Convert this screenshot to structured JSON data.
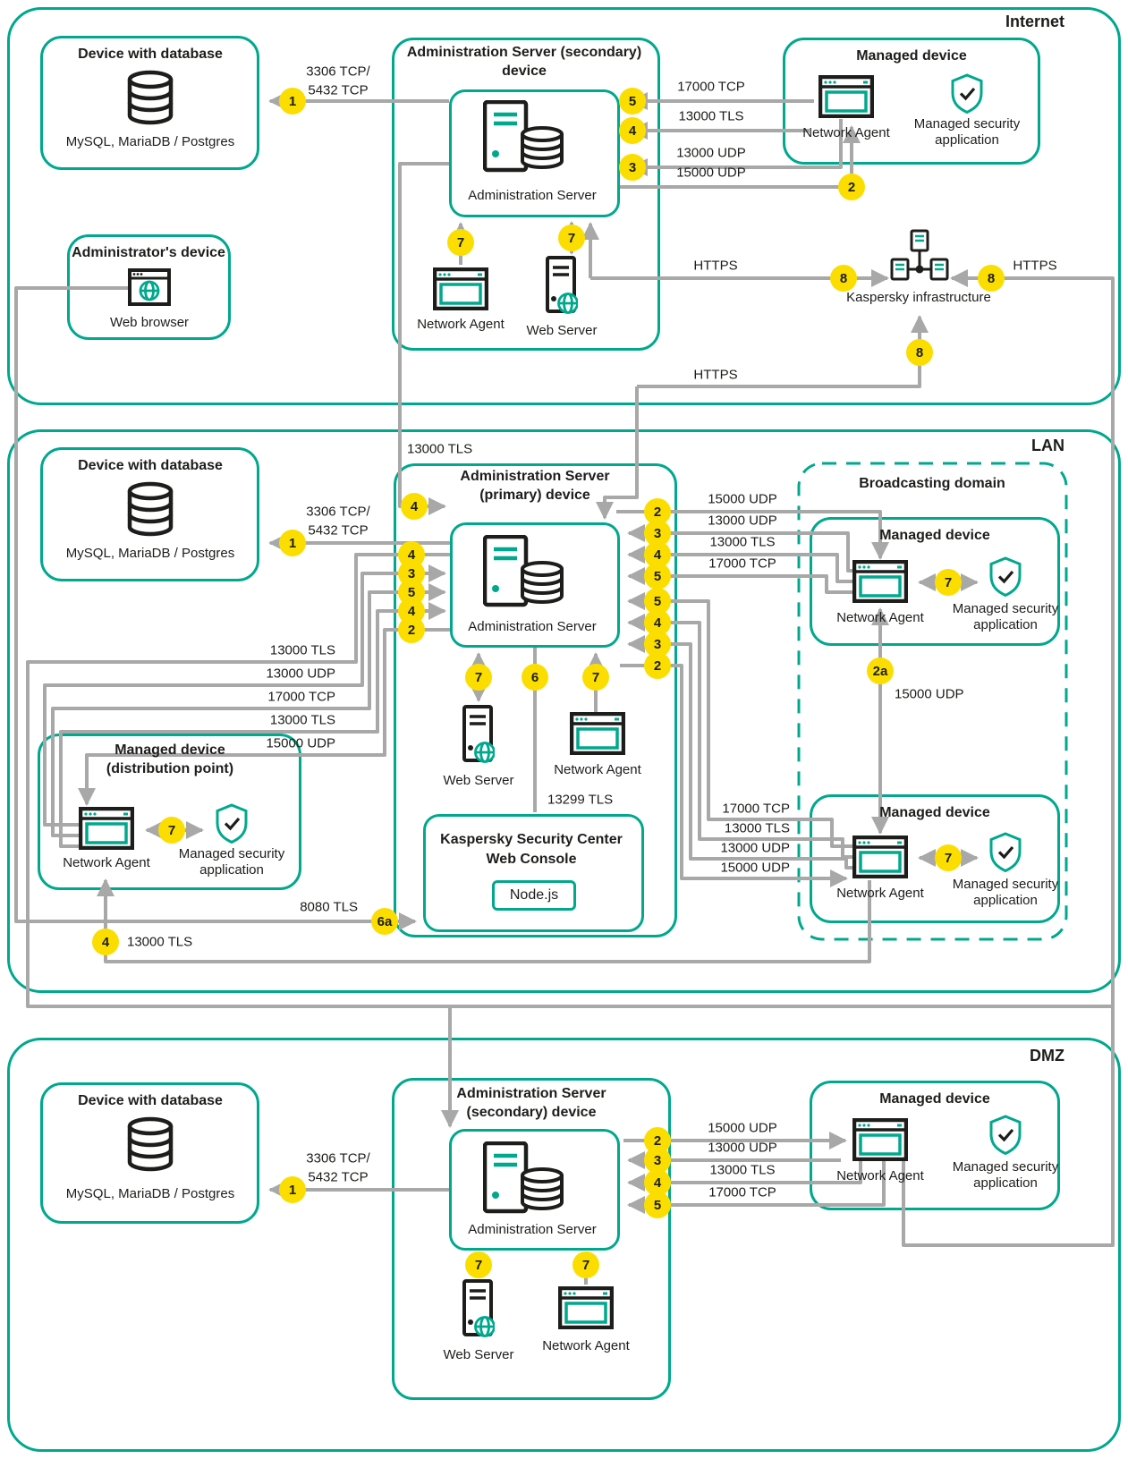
{
  "colors": {
    "accent": "#00A88E",
    "line": "#A8A8A8",
    "marker_bg": "#FBDE00",
    "text": "#1D1D1B"
  },
  "zones": {
    "internet": "Internet",
    "lan": "LAN",
    "dmz": "DMZ"
  },
  "boxes": {
    "db_internet": {
      "title": "Device with database",
      "caption": "MySQL, MariaDB / Postgres"
    },
    "as_internet": {
      "title1": "Administration Server (secondary)",
      "title2": "device",
      "server_label": "Administration Server",
      "agent_label": "Network Agent",
      "webserver_label": "Web Server"
    },
    "md_internet": {
      "title": "Managed device",
      "agent_label": "Network Agent",
      "app_label1": "Managed security",
      "app_label2": "application"
    },
    "admin_device": {
      "title": "Administrator's device",
      "browser_label": "Web browser"
    },
    "kaspersky": {
      "label": "Kaspersky infrastructure"
    },
    "db_lan": {
      "title": "Device with database",
      "caption": "MySQL, MariaDB / Postgres"
    },
    "as_lan": {
      "title1": "Administration Server",
      "title2": "(primary) device",
      "server_label": "Administration Server",
      "webserver_label": "Web Server",
      "agent_label": "Network Agent"
    },
    "webconsole": {
      "title1": "Kaspersky Security Center",
      "title2": "Web Console",
      "badge": "Node.js"
    },
    "broadcasting": {
      "title": "Broadcasting domain"
    },
    "md_lan1": {
      "title": "Managed device",
      "agent_label": "Network Agent",
      "app_label1": "Managed security",
      "app_label2": "application"
    },
    "md_lan2": {
      "title": "Managed device",
      "agent_label": "Network Agent",
      "app_label1": "Managed security",
      "app_label2": "application"
    },
    "dist_point": {
      "title1": "Managed device",
      "title2": "(distribution point)",
      "agent_label": "Network Agent",
      "app_label1": "Managed security",
      "app_label2": "application"
    },
    "db_dmz": {
      "title": "Device with database",
      "caption": "MySQL, MariaDB / Postgres"
    },
    "as_dmz": {
      "title1": "Administration Server",
      "title2": "(secondary) device",
      "server_label": "Administration Server",
      "webserver_label": "Web Server",
      "agent_label": "Network Agent"
    },
    "md_dmz": {
      "title": "Managed device",
      "agent_label": "Network Agent",
      "app_label1": "Managed security",
      "app_label2": "application"
    }
  },
  "ports": {
    "internet": [
      "3306 TCP/",
      "5432 TCP",
      "17000 TCP",
      "13000 TLS",
      "13000 UDP",
      "15000 UDP",
      "HTTPS",
      "HTTPS",
      "HTTPS"
    ],
    "lan": [
      "13000 TLS",
      "3306 TCP/",
      "5432 TCP",
      "13000 TLS",
      "13000 UDP",
      "17000 TCP",
      "13000 TLS",
      "15000 UDP",
      "15000 UDP",
      "13000 UDP",
      "13000 TLS",
      "17000 TCP",
      "17000 TCP",
      "13000 TLS",
      "13000 UDP",
      "15000 UDP",
      "15000 UDP",
      "13299 TLS",
      "8080 TLS",
      "13000 TLS"
    ],
    "dmz": [
      "3306 TCP/",
      "5432 TCP",
      "15000 UDP",
      "13000 UDP",
      "13000 TLS",
      "17000 TCP"
    ]
  },
  "markers": {
    "internet": [
      "1",
      "5",
      "4",
      "3",
      "2",
      "7",
      "7",
      "8",
      "8",
      "8"
    ],
    "lan": [
      "1",
      "4",
      "4",
      "3",
      "5",
      "4",
      "2",
      "2",
      "3",
      "4",
      "5",
      "5",
      "4",
      "3",
      "2",
      "2a",
      "7",
      "6",
      "7",
      "7",
      "7",
      "7",
      "6a",
      "4"
    ],
    "dmz": [
      "1",
      "2",
      "3",
      "4",
      "5",
      "7",
      "7"
    ]
  }
}
